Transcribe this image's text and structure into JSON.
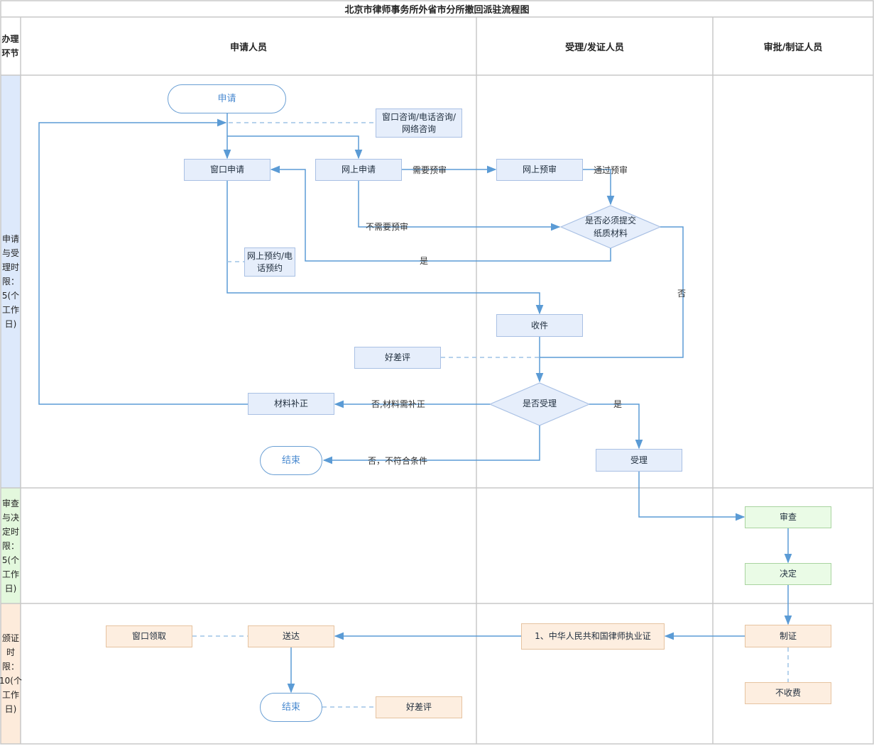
{
  "title": "北京市律师事务所外省市分所撤回派驻流程图",
  "header": {
    "row_label": "办理环节",
    "lanes": [
      "申请人员",
      "受理/发证人员",
      "审批/制证人员"
    ]
  },
  "phases": [
    {
      "label": "申请与受理时限：5(个工作日)",
      "color": "#dde9fb"
    },
    {
      "label": "审查与决定时限：5(个工作日)",
      "color": "#e3f8dd"
    },
    {
      "label": "颁证时限：10(个工作日)",
      "color": "#fdebdb"
    }
  ],
  "nodes": {
    "apply_start": "申请",
    "consult": "窗口咨询/电话咨询/网络咨询",
    "window_apply": "窗口申请",
    "online_apply": "网上申请",
    "online_precheck": "网上预审",
    "paper_decision": "是否必须提交纸质材料",
    "appointment": "网上预约/电话预约",
    "receive": "收件",
    "rating1": "好差评",
    "supplement": "材料补正",
    "accept_decision": "是否受理",
    "end1": "结束",
    "accept": "受理",
    "review": "审查",
    "decide": "决定",
    "make_cert": "制证",
    "no_fee": "不收费",
    "certificate": "1、中华人民共和国律师执业证",
    "deliver": "送达",
    "window_pickup": "窗口领取",
    "end2": "结束",
    "rating2": "好差评"
  },
  "edge_labels": {
    "need_precheck": "需要预审",
    "pass_precheck": "通过预审",
    "no_precheck": "不需要预审",
    "yes_paper": "是",
    "no_paper": "否",
    "need_supplement": "否,材料需补正",
    "not_qualified": "否，不符合条件",
    "yes_accept": "是"
  },
  "colors": {
    "line": "#5b9bd5",
    "grid": "#c8c8c8",
    "box_blue": "#e6eefb",
    "box_green": "#eafbe6",
    "box_peach": "#fdeee0"
  }
}
